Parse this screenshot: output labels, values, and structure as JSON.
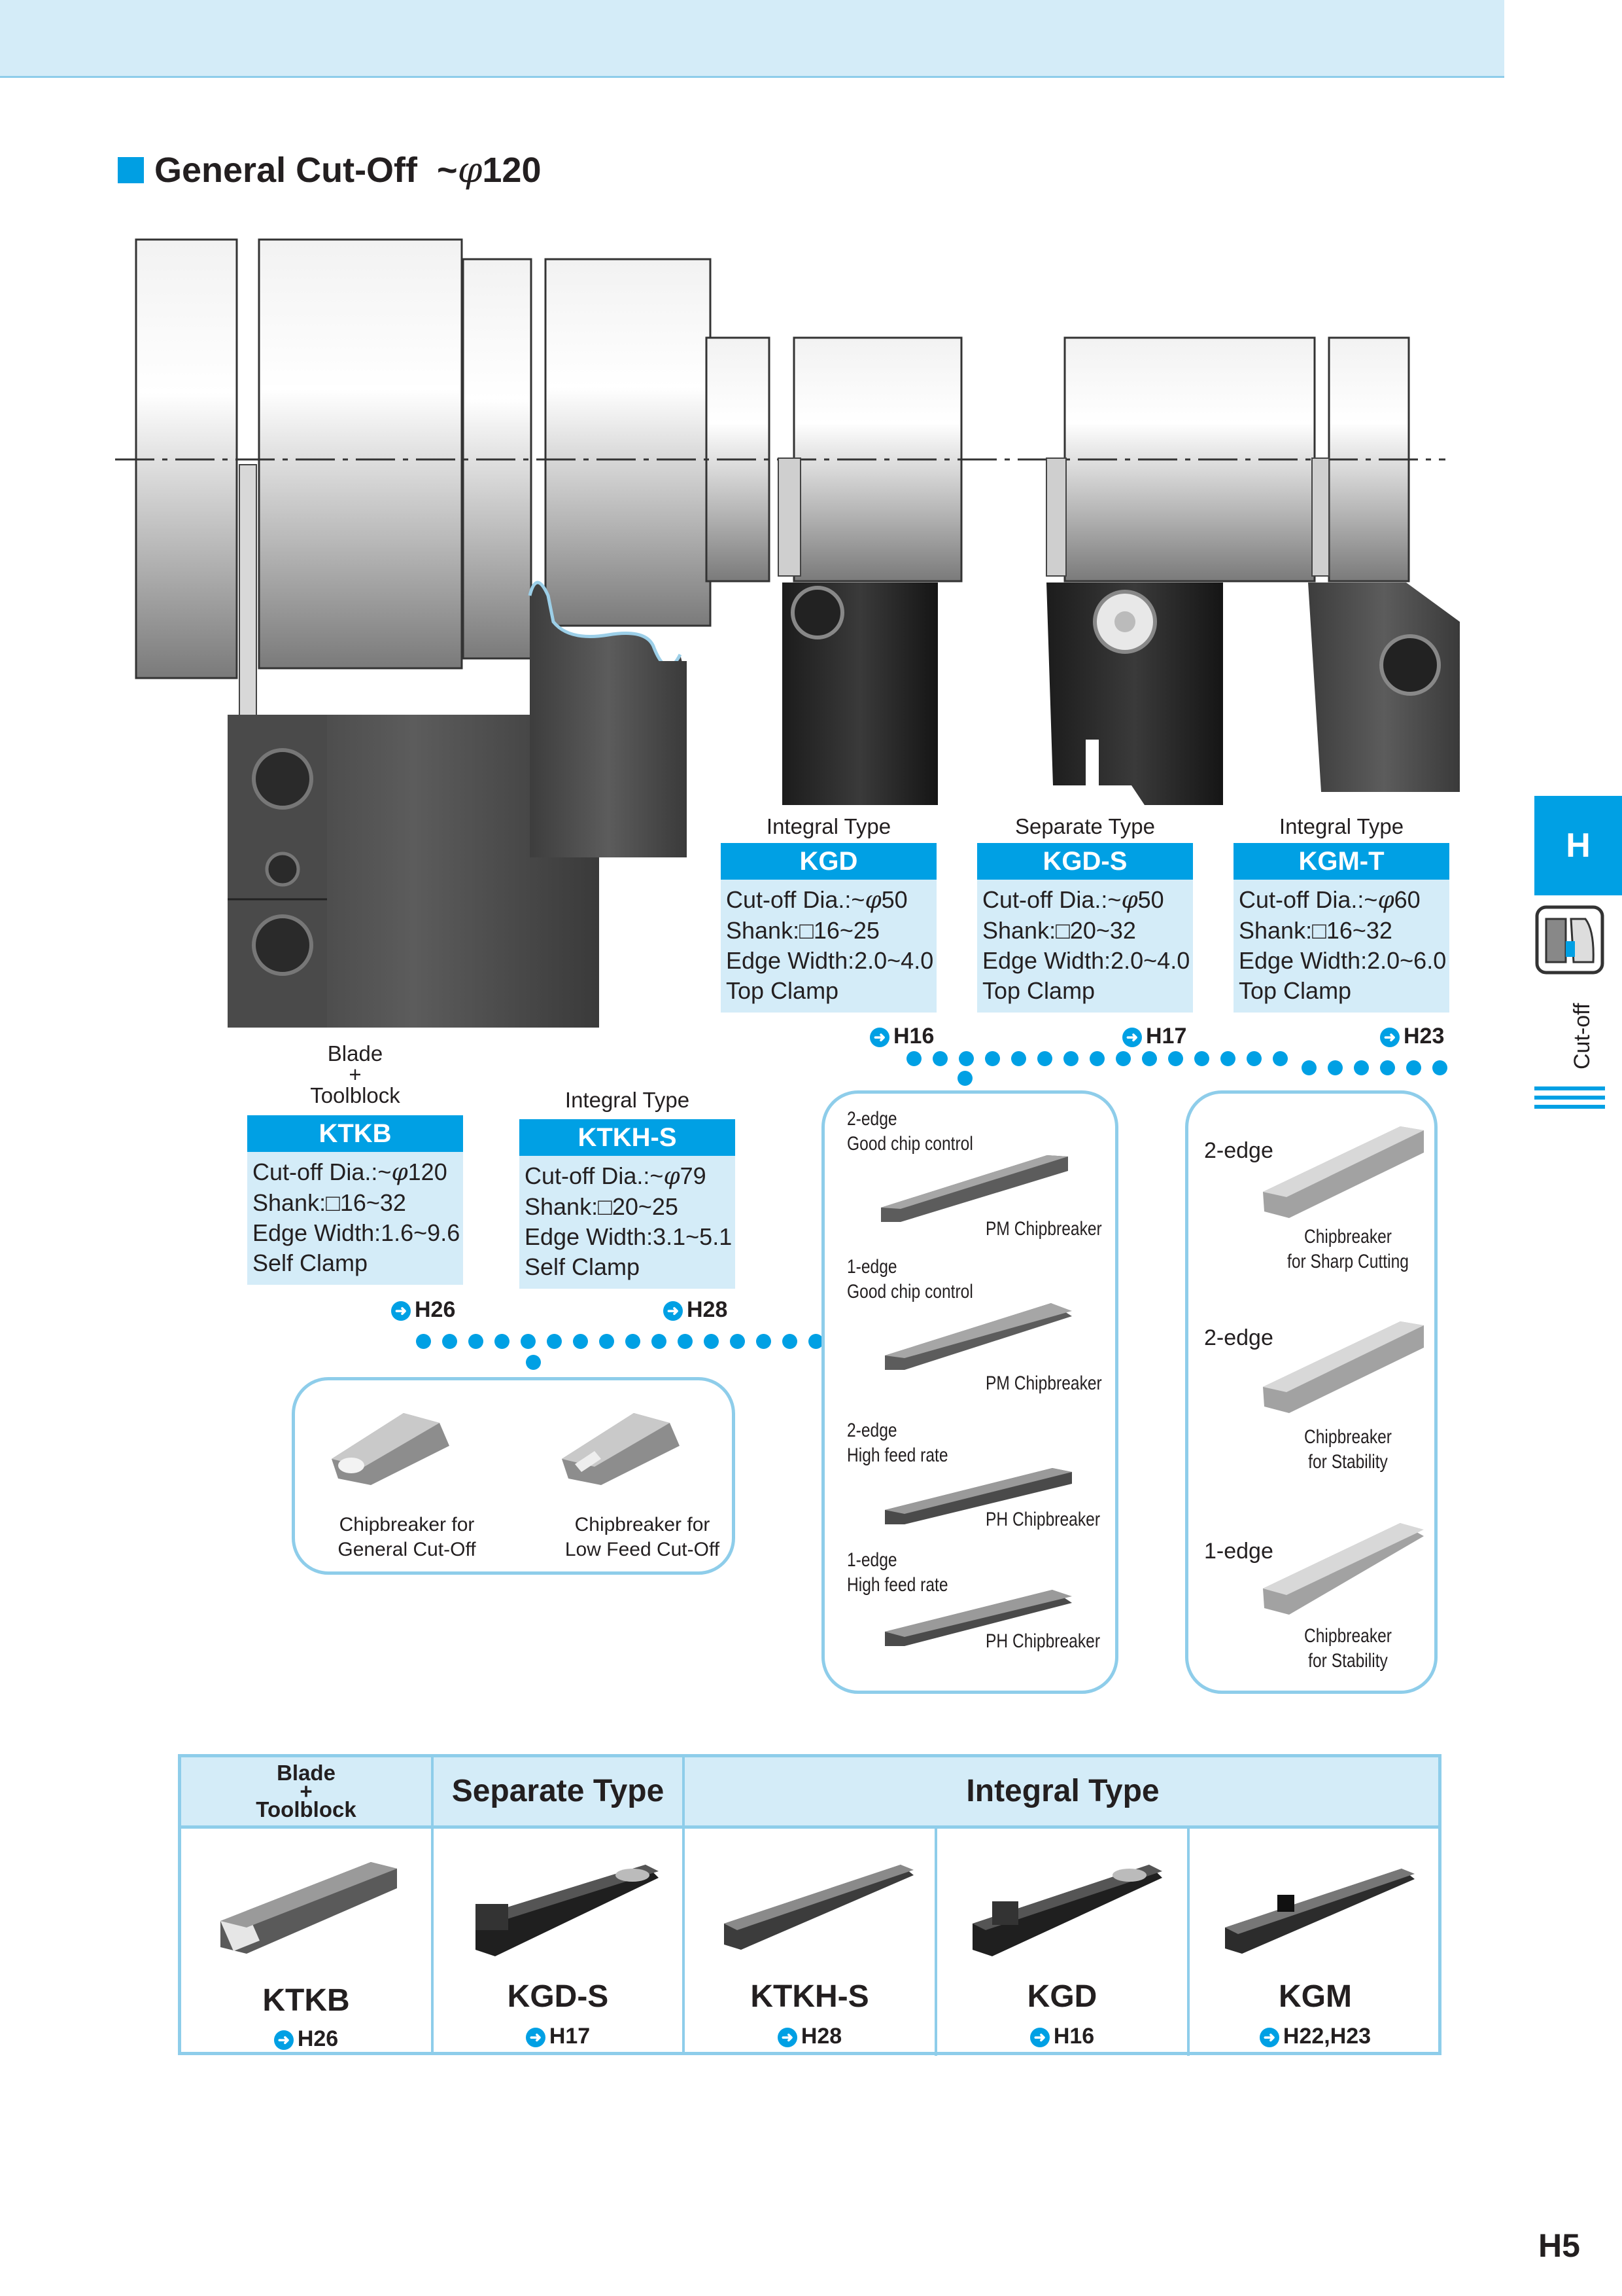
{
  "page": {
    "title": "General Cut-Off",
    "title_dia_prefix": "~",
    "title_dia_symbol": "φ",
    "title_dia_value": "120",
    "page_number": "H5",
    "side_tab": {
      "letter": "H",
      "label": "Cut-off"
    }
  },
  "products": {
    "kgd": {
      "type": "Integral Type",
      "name": "KGD",
      "spec1_pre": "Cut-off Dia.:~",
      "spec1_sym": "φ",
      "spec1_val": "50",
      "spec2": "Shank:□16~25",
      "spec3": "Edge Width:2.0~4.0",
      "spec4": "Top Clamp"
    },
    "kgds": {
      "type": "Separate Type",
      "name": "KGD-S",
      "spec1_pre": "Cut-off Dia.:~",
      "spec1_sym": "φ",
      "spec1_val": "50",
      "spec2": "Shank:□20~32",
      "spec3": "Edge Width:2.0~4.0",
      "spec4": "Top Clamp"
    },
    "kgmt": {
      "type": "Integral Type",
      "name": "KGM-T",
      "spec1_pre": "Cut-off Dia.:~",
      "spec1_sym": "φ",
      "spec1_val": "60",
      "spec2": "Shank:□16~32",
      "spec3": "Edge Width:2.0~6.0",
      "spec4": "Top Clamp"
    },
    "ktkb": {
      "type_line1": "Blade",
      "type_line2": "+",
      "type_line3": "Toolblock",
      "name": "KTKB",
      "spec1_pre": "Cut-off Dia.:~",
      "spec1_sym": "φ",
      "spec1_val": "120",
      "spec2": "Shank:□16~32",
      "spec3": "Edge Width:1.6~9.6",
      "spec4": "Self Clamp"
    },
    "ktkhs": {
      "type": "Integral Type",
      "name": "KTKH-S",
      "spec1_pre": "Cut-off Dia.:~",
      "spec1_sym": "φ",
      "spec1_val": "79",
      "spec2": "Shank:□20~25",
      "spec3": "Edge Width:3.1~5.1",
      "spec4": "Self Clamp"
    }
  },
  "refs": {
    "h16": "H16",
    "h17": "H17",
    "h23": "H23",
    "h26": "H26",
    "h28": "H28"
  },
  "box_left": {
    "label1_line1": "Chipbreaker for",
    "label1_line2": "General Cut-Off",
    "label2_line1": "Chipbreaker for",
    "label2_line2": "Low Feed Cut-Off"
  },
  "box_mid": {
    "items": [
      {
        "edge": "2-edge",
        "desc": "Good chip control",
        "chip": "PM Chipbreaker"
      },
      {
        "edge": "1-edge",
        "desc": "Good chip control",
        "chip": "PM Chipbreaker"
      },
      {
        "edge": "2-edge",
        "desc": "High feed rate",
        "chip": "PH Chipbreaker"
      },
      {
        "edge": "1-edge",
        "desc": "High feed rate",
        "chip": "PH Chipbreaker"
      }
    ]
  },
  "box_right": {
    "items": [
      {
        "edge": "2-edge",
        "line1": "Chipbreaker",
        "line2": "for Sharp Cutting"
      },
      {
        "edge": "2-edge",
        "line1": "Chipbreaker",
        "line2": "for Stability"
      },
      {
        "edge": "1-edge",
        "line1": "Chipbreaker",
        "line2": "for Stability"
      }
    ]
  },
  "table": {
    "h_blade_line1": "Blade",
    "h_blade_line2": "+",
    "h_blade_line3": "Toolblock",
    "h_separate": "Separate Type",
    "h_integral": "Integral Type",
    "cols": [
      {
        "name": "KTKB",
        "ref": "H26"
      },
      {
        "name": "KGD-S",
        "ref": "H17"
      },
      {
        "name": "KTKH-S",
        "ref": "H28"
      },
      {
        "name": "KGD",
        "ref": "H16"
      },
      {
        "name": "KGM",
        "ref": "H22,H23"
      }
    ]
  },
  "colors": {
    "accent": "#00a0e4",
    "light": "#d4ecf8",
    "border": "#8ecdea"
  },
  "icons": {
    "arrow": "right-arrow-circle-icon",
    "dot": "dot-icon"
  }
}
